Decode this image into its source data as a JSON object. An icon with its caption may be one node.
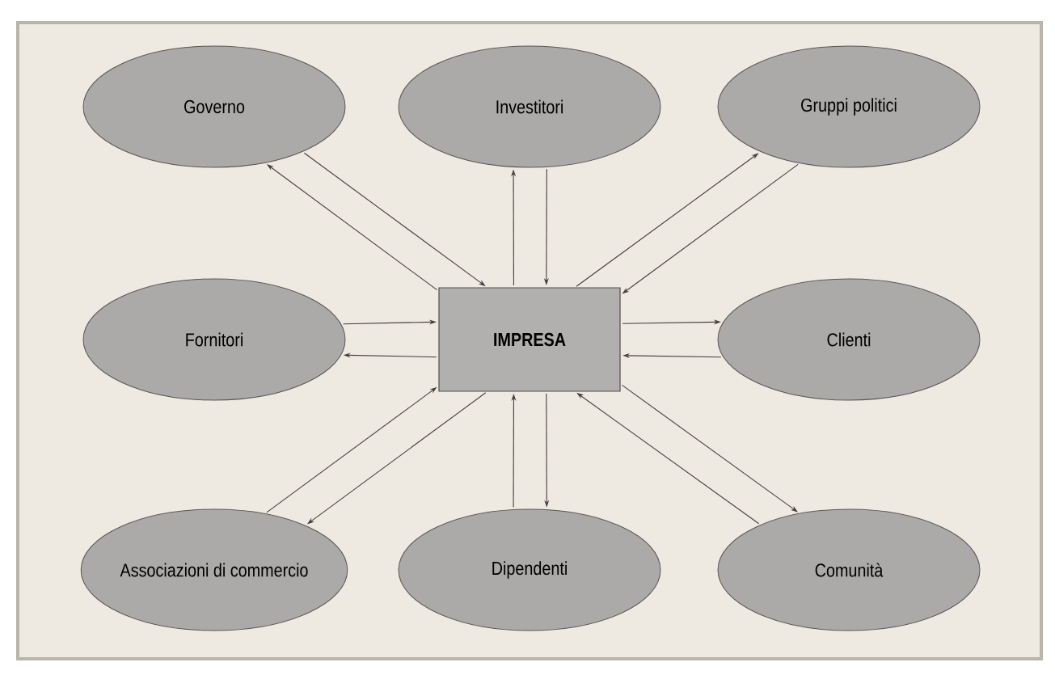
{
  "diagram": {
    "nodes": [
      {
        "text": [
          "Governo"
        ]
      },
      {
        "text": [
          "Investitori"
        ]
      },
      {
        "text": [
          "Gruppi politici"
        ]
      },
      {
        "text": [
          "Fornitori"
        ]
      },
      {
        "text": [
          "IMPRESA"
        ]
      },
      {
        "text": [
          "Clienti"
        ]
      },
      {
        "text": [
          "Associazioni di commercio"
        ]
      },
      {
        "text": [
          "Dipendenti"
        ]
      },
      {
        "text": [
          "Comunità"
        ]
      }
    ],
    "edges": [
      {
        "from": 0,
        "to": 4,
        "arrow": "to"
      },
      {
        "from": 4,
        "to": 0,
        "arrow": "to"
      },
      {
        "from": 1,
        "to": 4,
        "arrow": "to"
      },
      {
        "from": 4,
        "to": 1,
        "arrow": "to"
      },
      {
        "from": 2,
        "to": 4,
        "arrow": "to"
      },
      {
        "from": 4,
        "to": 2,
        "arrow": "to"
      },
      {
        "from": 3,
        "to": 4,
        "arrow": "to"
      },
      {
        "from": 4,
        "to": 3,
        "arrow": "to"
      },
      {
        "from": 5,
        "to": 4,
        "arrow": "to"
      },
      {
        "from": 4,
        "to": 5,
        "arrow": "to"
      },
      {
        "from": 6,
        "to": 4,
        "arrow": "to"
      },
      {
        "from": 4,
        "to": 6,
        "arrow": "to"
      },
      {
        "from": 7,
        "to": 4,
        "arrow": "to"
      },
      {
        "from": 4,
        "to": 7,
        "arrow": "to"
      },
      {
        "from": 8,
        "to": 4,
        "arrow": "to"
      },
      {
        "from": 4,
        "to": 8,
        "arrow": "to"
      }
    ]
  }
}
